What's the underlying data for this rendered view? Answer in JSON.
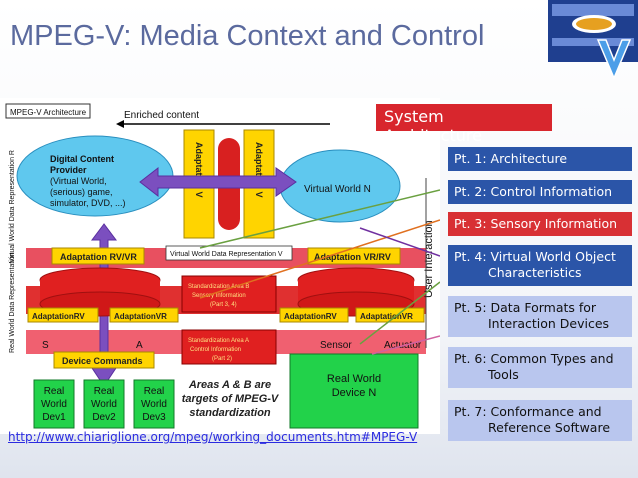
{
  "slide": {
    "title": "MPEG-V: Media Context and Control",
    "url": "http://www.chiariglione.org/mpeg/working_documents.htm#MPEG-V"
  },
  "panel": {
    "heading": "System Architecture",
    "parts": [
      {
        "line1": "Pt. 1: Architecture",
        "line2": "",
        "style": "blue"
      },
      {
        "line1": "Pt. 2: Control Information",
        "line2": "",
        "style": "blue"
      },
      {
        "line1": "Pt. 3: Sensory Information",
        "line2": "",
        "style": "red"
      },
      {
        "line1": "Pt. 4: Virtual World Object",
        "line2": "Characteristics",
        "style": "blue"
      },
      {
        "line1": "Pt. 5: Data Formats for",
        "line2": "Interaction Devices",
        "style": "light"
      },
      {
        "line1": "Pt. 6: Common Types and",
        "line2": "Tools",
        "style": "light"
      },
      {
        "line1": "Pt. 7: Conformance and",
        "line2": "Reference Software",
        "style": "light"
      }
    ]
  },
  "diagram": {
    "label": "MPEG-V Architecture",
    "enriched": "Enriched content",
    "dcp": [
      "Digital Content",
      "Provider",
      "(Virtual World,",
      "(serious) game,",
      "simulator, DVD, ...)"
    ],
    "vw_n": "Virtual World N",
    "vwdr_r": "Virtual World Data Representation R",
    "vwdr_v": "Virtual World Data Representation V",
    "rwdr": "Real World Data Representation",
    "adapt_rv_vr": "Adaptation RV/VR",
    "adapt_vr_rv": "Adaptation VR/RV",
    "adapt_v": "Adaptation V",
    "adapt_rv": "AdaptationRV",
    "adapt_vr": "AdaptationVR",
    "adapt_rv2": "AdaptationRV",
    "adapt_vr2": "AdaptationVR",
    "std_b": [
      "Standardization Area B",
      "Sensory Information",
      "(Part 3, 4)"
    ],
    "std_a": [
      "Standardization Area A",
      "Control Information",
      "(Part 2)"
    ],
    "s": "S",
    "a": "A",
    "sensor": "Sensor",
    "actuator": "Actuator",
    "device_cmd": "Device Commands",
    "user_interaction": "User Interaction",
    "areas_note": [
      "Areas A & B are",
      "targets of MPEG-V",
      "standardization"
    ],
    "rw_dev": [
      "Real World Dev1",
      "Real World Dev2",
      "Real World Dev3"
    ],
    "rw_dev_n": [
      "Real World",
      "Device N"
    ],
    "real": "Real",
    "world": "World",
    "dev1": "Dev1",
    "dev2": "Dev2",
    "dev3": "Dev3"
  },
  "colors": {
    "title": "#5b6a9e",
    "heading_bg": "#d8262d",
    "part_blue": "#2b55a8",
    "part_light": "#b9c6ee",
    "cloud": "#5fc8ee",
    "green": "#22d24a",
    "yellow": "#ffd400",
    "red_band": "#e02020",
    "purple": "#7b4fbf"
  }
}
